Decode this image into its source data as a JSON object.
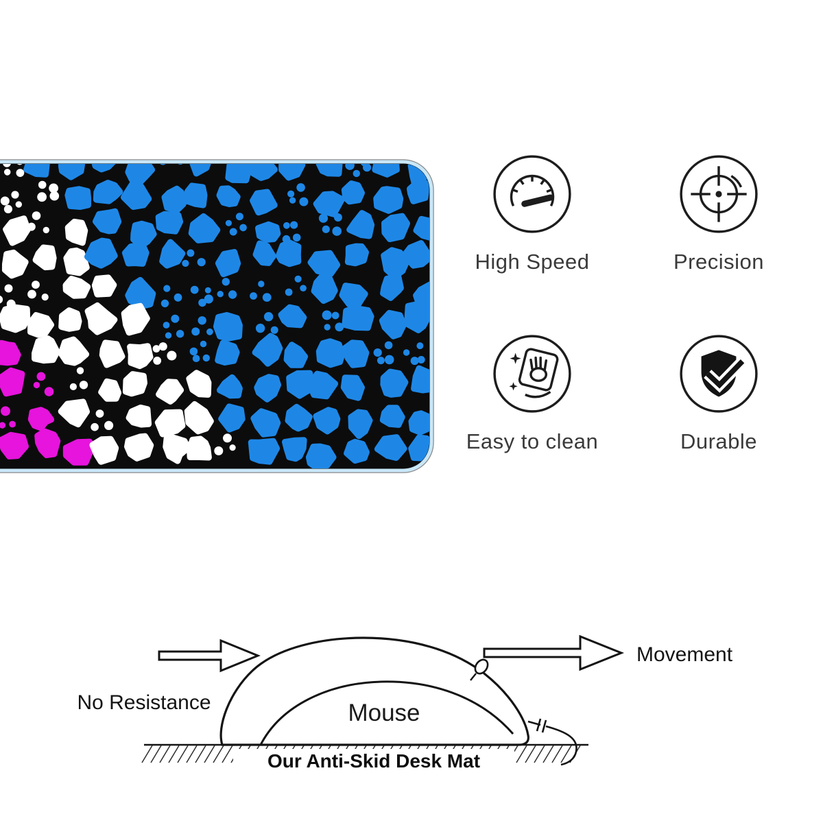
{
  "page": {
    "background": "#ffffff"
  },
  "mat": {
    "description": "pebble-mosaic desk mat preview",
    "colors": {
      "blue": "#1e87e6",
      "white": "#ffffff",
      "magenta": "#e614dc",
      "gap": "#0c0c0c",
      "edge": "#c9e7f8",
      "outline": "#8a8a8a"
    }
  },
  "features": [
    {
      "icon": "speedometer-icon",
      "label": "High Speed"
    },
    {
      "icon": "crosshair-icon",
      "label": "Precision"
    },
    {
      "icon": "wiping-hand-icon",
      "label": "Easy to clean"
    },
    {
      "icon": "shield-check-icon",
      "label": "Durable"
    }
  ],
  "diagram": {
    "no_resistance_label": "No Resistance",
    "movement_label": "Movement",
    "mouse_label": "Mouse",
    "ground_label": "Our Anti-Skid Desk Mat"
  }
}
